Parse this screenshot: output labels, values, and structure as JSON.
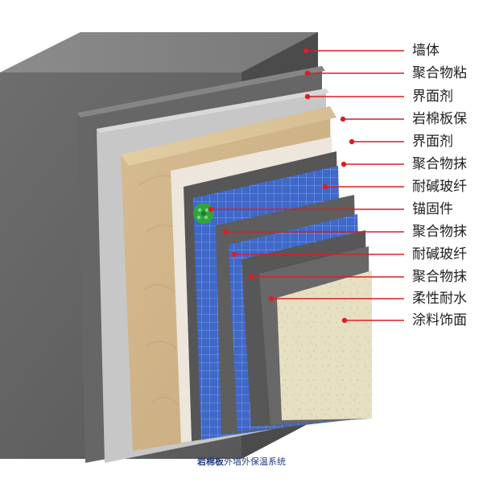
{
  "colors": {
    "leader_line": "#d81f26",
    "leader_dot": "#d81f26",
    "label_text": "#222222",
    "caption_text": "#1f3f86",
    "mesh_blue": "#3f68c9",
    "anchor_green": "#2ea53a",
    "rock_wool": "#d3b88d",
    "coating_finish": "#e7dfc2"
  },
  "icons": {
    "anchor": "anchor-icon"
  },
  "layers": [
    {
      "label": "墙体"
    },
    {
      "label": "聚合物粘"
    },
    {
      "label": "界面剂"
    },
    {
      "label": "岩棉板保"
    },
    {
      "label": "界面剂"
    },
    {
      "label": "聚合物抹"
    },
    {
      "label": "耐碱玻纤"
    },
    {
      "label": "锚固件"
    },
    {
      "label": "聚合物抹"
    },
    {
      "label": "耐碱玻纤"
    },
    {
      "label": "聚合物抹"
    },
    {
      "label": "柔性耐水"
    },
    {
      "label": "涂料饰面"
    }
  ],
  "caption": {
    "strong": "岩棉板",
    "rest": "外墙外保温系统"
  }
}
